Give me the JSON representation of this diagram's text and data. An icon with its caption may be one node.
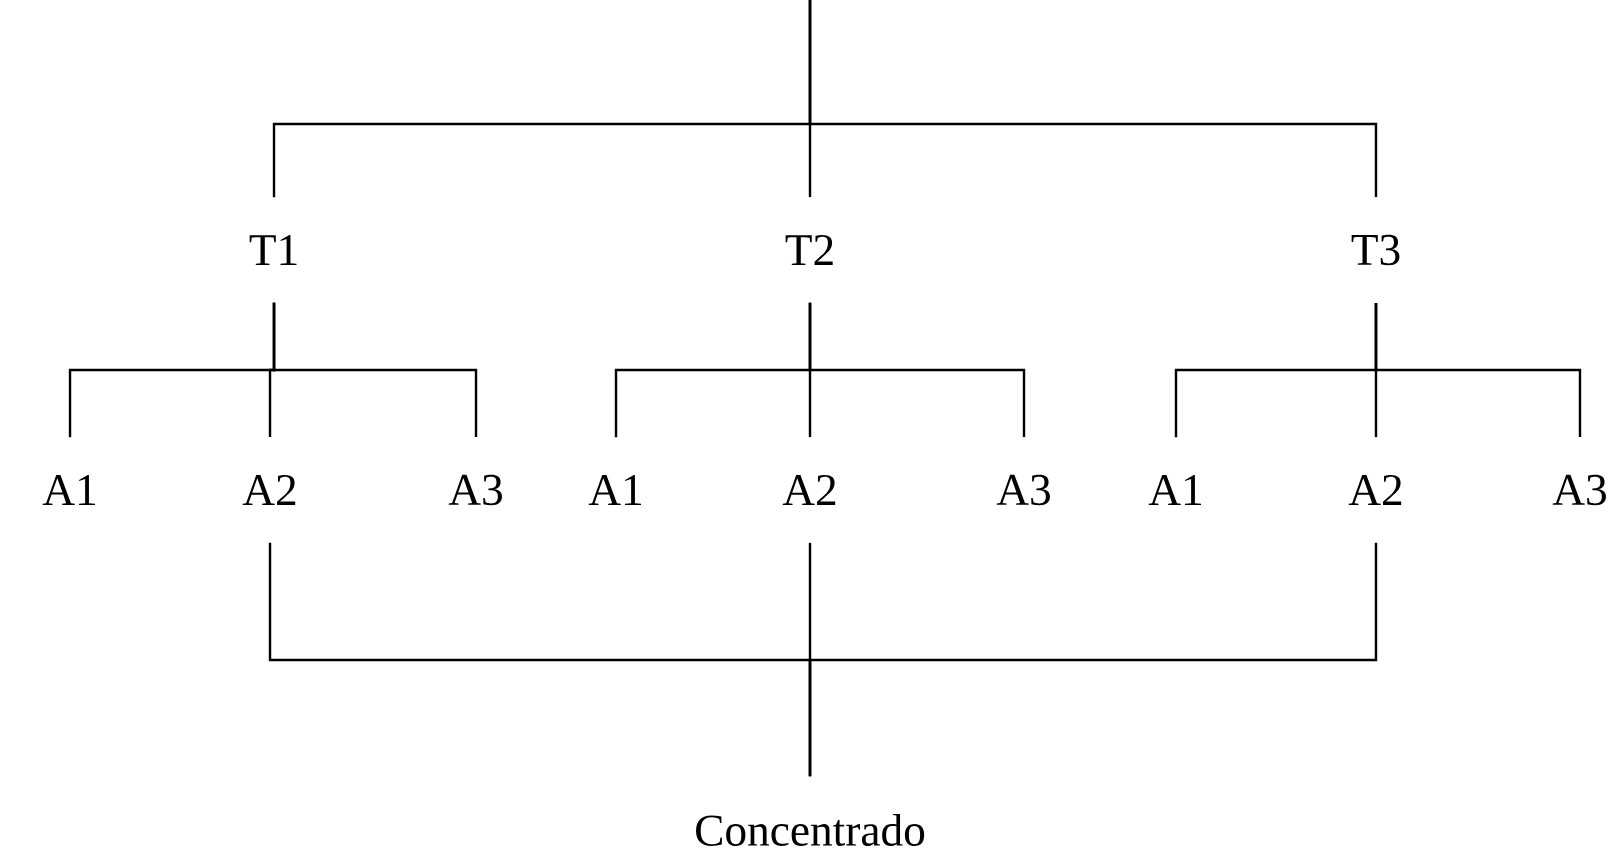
{
  "diagram": {
    "nodes": [
      {
        "text": [
          "T1"
        ]
      },
      {
        "text": [
          "T2"
        ]
      },
      {
        "text": [
          "T3"
        ]
      },
      {
        "text": [
          "A1"
        ]
      },
      {
        "text": [
          "A2"
        ]
      },
      {
        "text": [
          "A3"
        ]
      },
      {
        "text": [
          "A1"
        ]
      },
      {
        "text": [
          "A2"
        ]
      },
      {
        "text": [
          "A3"
        ]
      },
      {
        "text": [
          "A1"
        ]
      },
      {
        "text": [
          "A2"
        ]
      },
      {
        "text": [
          "A3"
        ]
      },
      {
        "text": [
          "Concentrado"
        ]
      }
    ],
    "edges": [
      {
        "from": null,
        "to": 0,
        "arrow": "none"
      },
      {
        "from": null,
        "to": 1,
        "arrow": "none"
      },
      {
        "from": null,
        "to": 2,
        "arrow": "none"
      },
      {
        "from": 0,
        "to": 3,
        "arrow": "none"
      },
      {
        "from": 0,
        "to": 4,
        "arrow": "none"
      },
      {
        "from": 0,
        "to": 5,
        "arrow": "none"
      },
      {
        "from": 1,
        "to": 6,
        "arrow": "none"
      },
      {
        "from": 1,
        "to": 7,
        "arrow": "none"
      },
      {
        "from": 1,
        "to": 8,
        "arrow": "none"
      },
      {
        "from": 2,
        "to": 9,
        "arrow": "none"
      },
      {
        "from": 2,
        "to": 10,
        "arrow": "none"
      },
      {
        "from": 2,
        "to": 11,
        "arrow": "none"
      },
      {
        "from": 4,
        "to": 12,
        "arrow": "none"
      },
      {
        "from": 7,
        "to": 12,
        "arrow": "none"
      },
      {
        "from": 10,
        "to": 12,
        "arrow": "none"
      }
    ]
  }
}
